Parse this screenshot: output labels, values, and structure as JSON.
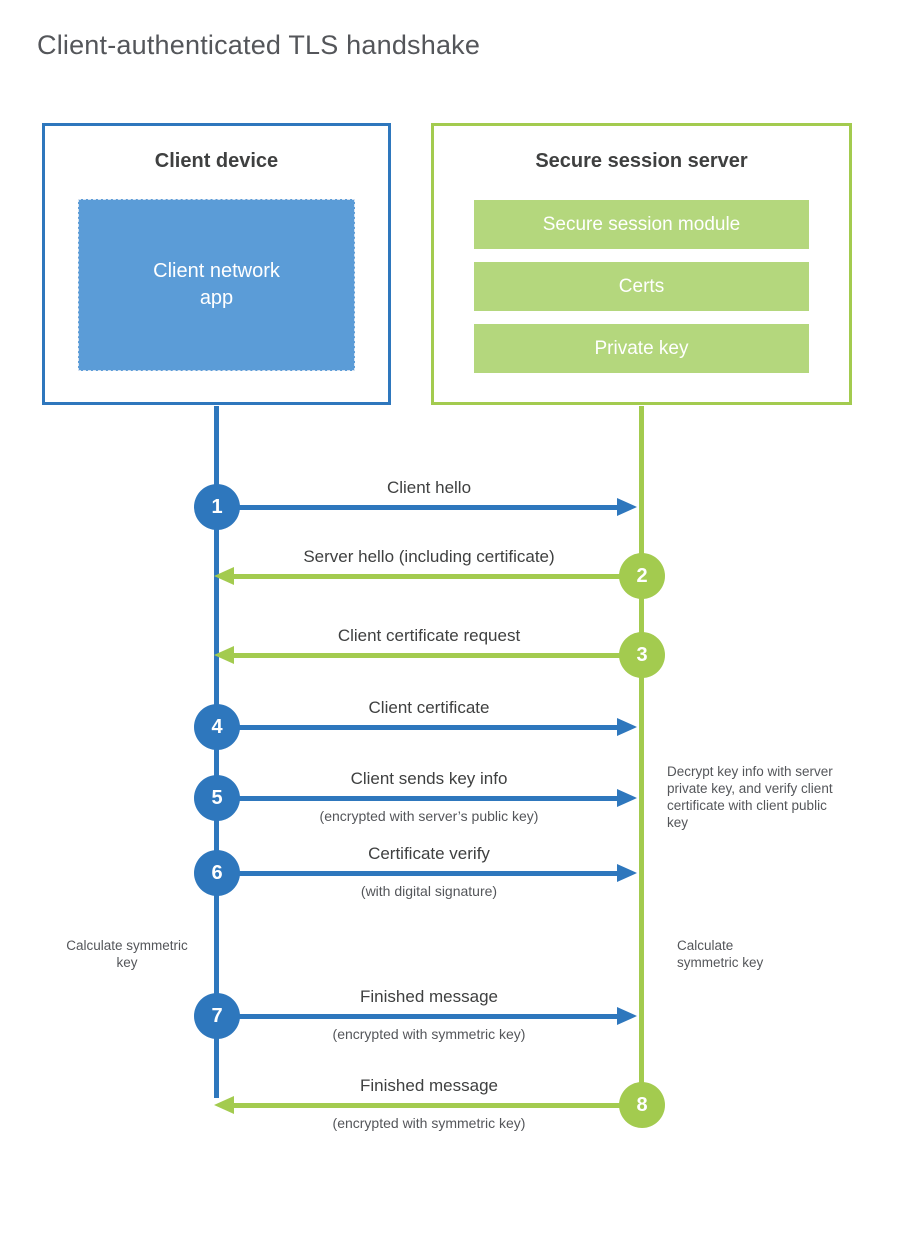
{
  "title": "Client-authenticated TLS handshake",
  "colors": {
    "blue": "#2e77bd",
    "blue_fill": "#5b9cd7",
    "green": "#a3cb4f",
    "green_fill": "#b4d77d",
    "text_dark": "#3f4040",
    "text_gray": "#54565a"
  },
  "client": {
    "header": "Client device",
    "app_label": "Client network\napp"
  },
  "server": {
    "header": "Secure session server",
    "modules": [
      "Secure session module",
      "Certs",
      "Private key"
    ]
  },
  "messages": [
    {
      "num": "1",
      "from": "client",
      "dir": "right",
      "label": "Client hello",
      "sub": ""
    },
    {
      "num": "2",
      "from": "server",
      "dir": "left",
      "label": "Server hello (including certificate)",
      "sub": ""
    },
    {
      "num": "3",
      "from": "server",
      "dir": "left",
      "label": "Client certificate request",
      "sub": ""
    },
    {
      "num": "4",
      "from": "client",
      "dir": "right",
      "label": "Client certificate",
      "sub": ""
    },
    {
      "num": "5",
      "from": "client",
      "dir": "right",
      "label": "Client sends key info",
      "sub": "(encrypted with server’s public key)"
    },
    {
      "num": "6",
      "from": "client",
      "dir": "right",
      "label": "Certificate verify",
      "sub": "(with digital signature)"
    },
    {
      "num": "7",
      "from": "client",
      "dir": "right",
      "label": "Finished message",
      "sub": "(encrypted with symmetric key)"
    },
    {
      "num": "8",
      "from": "server",
      "dir": "left",
      "label": "Finished message",
      "sub": "(encrypted with symmetric key)"
    }
  ],
  "notes": {
    "decrypt": "Decrypt key info with server private key, and verify client certificate with client public key",
    "calc_left": "Calculate symmetric key",
    "calc_right": "Calculate symmetric key"
  }
}
